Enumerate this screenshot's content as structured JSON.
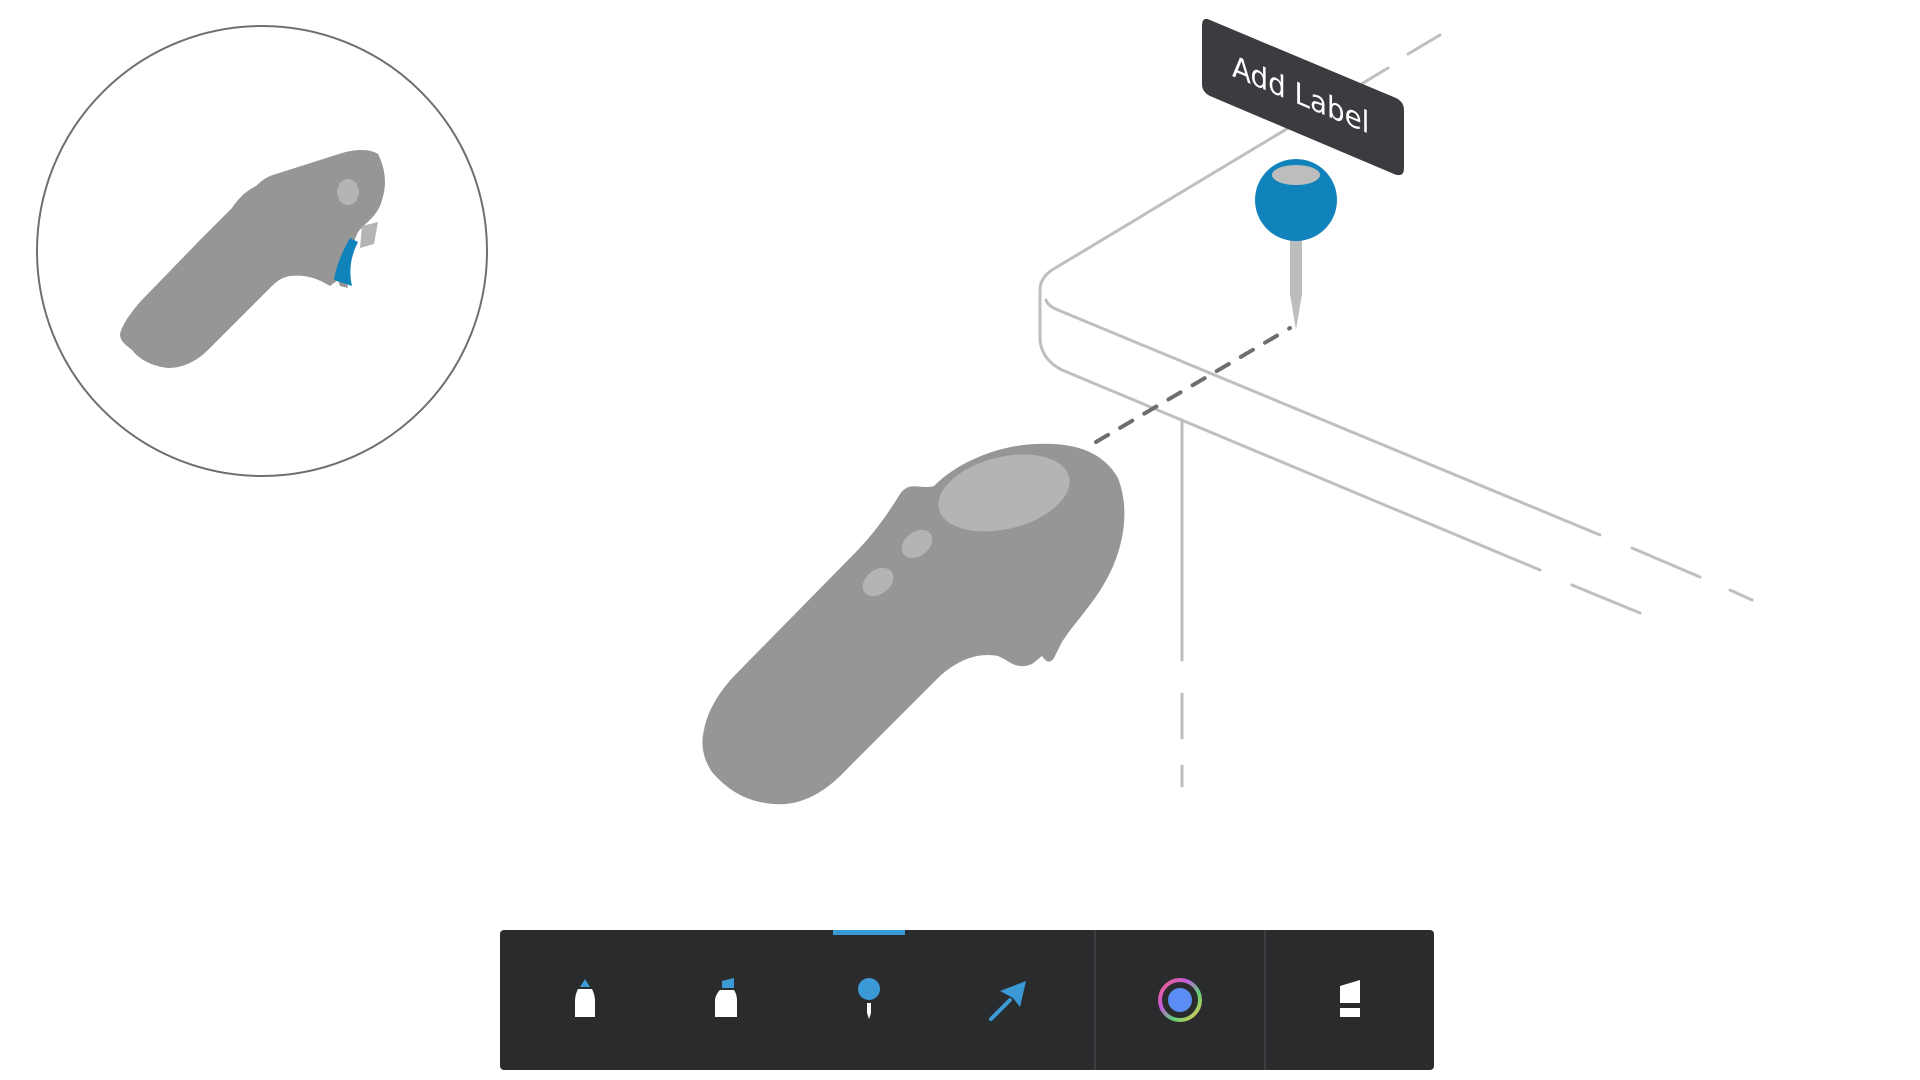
{
  "scene": {
    "label_text": "Add Label",
    "colors": {
      "background": "#ffffff",
      "controller": "#969696",
      "controller_highlight": "#b4b4b4",
      "guide_line": "#bfbfbf",
      "dashed_guide": "#6e6e6e",
      "pin_head": "#1183bb",
      "pin_needle": "#bdbdbd",
      "label_background": "#3a3c40",
      "label_text": "#ffffff",
      "inset_circle_stroke": "#6f6f6f",
      "trigger_blue": "#1183bb"
    }
  },
  "toolbar": {
    "background": "#2a2b2d",
    "accent": "#3b9ad6",
    "active_index": 2,
    "tools": [
      {
        "name": "pen",
        "icon": "pen-tool-icon"
      },
      {
        "name": "marker",
        "icon": "marker-tool-icon"
      },
      {
        "name": "pin",
        "icon": "pin-tool-icon"
      },
      {
        "name": "arrow",
        "icon": "arrow-tool-icon"
      },
      {
        "name": "color",
        "icon": "color-wheel-icon"
      },
      {
        "name": "eraser",
        "icon": "eraser-tool-icon"
      }
    ]
  }
}
